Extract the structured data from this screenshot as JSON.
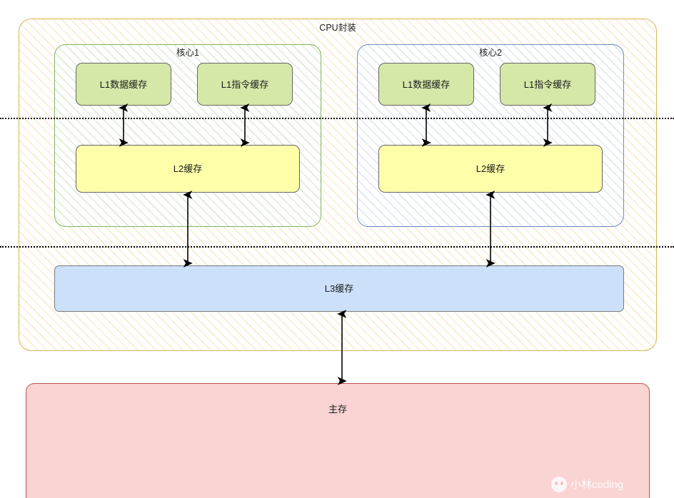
{
  "diagram": {
    "title": "CPU封装",
    "bg_color": "#ffffff",
    "packages": {
      "cpu": {
        "label": "CPU封装",
        "border_color": "#d6b656",
        "fill": "hatch-orange"
      }
    },
    "cores": [
      {
        "label": "核心1",
        "border_color": "#82b366",
        "fill": "hatch-green",
        "caches": [
          {
            "label": "L1数据缓存",
            "level": "L1",
            "fill_color": "#d5e8a8",
            "border_color": "#666666"
          },
          {
            "label": "L1指令缓存",
            "level": "L1",
            "fill_color": "#d5e8a8",
            "border_color": "#666666"
          },
          {
            "label": "L2缓存",
            "level": "L2",
            "fill_color": "#ffffaa",
            "border_color": "#666666"
          }
        ]
      },
      {
        "label": "核心2",
        "border_color": "#6c8ebf",
        "fill": "hatch-blue",
        "caches": [
          {
            "label": "L1数据缓存",
            "level": "L1",
            "fill_color": "#d5e8a8",
            "border_color": "#666666"
          },
          {
            "label": "L1指令缓存",
            "level": "L1",
            "fill_color": "#d5e8a8",
            "border_color": "#666666"
          },
          {
            "label": "L2缓存",
            "level": "L2",
            "fill_color": "#ffffaa",
            "border_color": "#666666"
          }
        ]
      }
    ],
    "shared": {
      "l3": {
        "label": "L3缓存",
        "fill_color": "#cce0fa",
        "border_color": "#7a7a7a"
      },
      "main_memory": {
        "label": "主存",
        "fill_color": "#fad3d3",
        "border_color": "#b85450"
      }
    },
    "boundaries": [
      {
        "name": "l1-l2-boundary",
        "style": "dotted",
        "color": "#000000"
      },
      {
        "name": "core-l3-boundary",
        "style": "dotted",
        "color": "#000000"
      }
    ],
    "connections": [
      {
        "from": "核心1 L1数据缓存",
        "to": "核心1 L2缓存",
        "type": "bidirectional"
      },
      {
        "from": "核心1 L1指令缓存",
        "to": "核心1 L2缓存",
        "type": "bidirectional"
      },
      {
        "from": "核心2 L1数据缓存",
        "to": "核心2 L2缓存",
        "type": "bidirectional"
      },
      {
        "from": "核心2 L1指令缓存",
        "to": "核心2 L2缓存",
        "type": "bidirectional"
      },
      {
        "from": "核心1 L2缓存",
        "to": "L3缓存",
        "type": "bidirectional"
      },
      {
        "from": "核心2 L2缓存",
        "to": "L3缓存",
        "type": "bidirectional"
      },
      {
        "from": "L3缓存",
        "to": "主存",
        "type": "bidirectional"
      }
    ],
    "watermark": {
      "text": "小林coding"
    }
  }
}
